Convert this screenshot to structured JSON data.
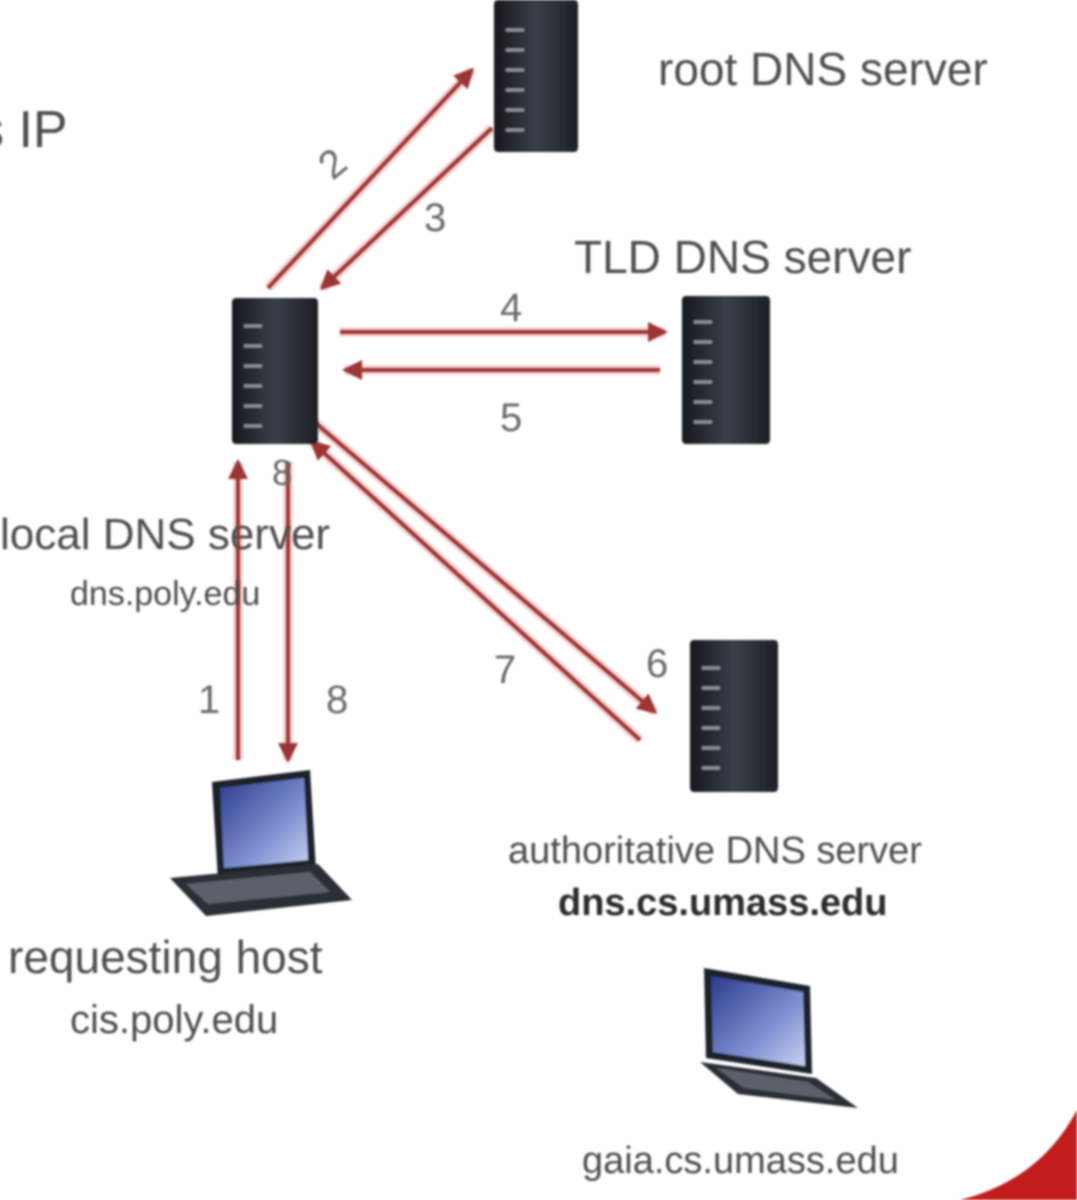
{
  "edge_text": "s IP",
  "nodes": {
    "root": {
      "label": "root DNS server"
    },
    "tld": {
      "label": "TLD DNS server"
    },
    "local": {
      "label": "local DNS server",
      "sublabel": "dns.poly.edu"
    },
    "authoritative": {
      "label": "authoritative DNS server",
      "sublabel": "dns.cs.umass.edu"
    },
    "requesting": {
      "label": "requesting host",
      "sublabel": "cis.poly.edu"
    },
    "target": {
      "label": "gaia.cs.umass.edu"
    }
  },
  "steps": [
    "1",
    "2",
    "3",
    "4",
    "5",
    "6",
    "7",
    "8"
  ],
  "colors": {
    "arrow": "#9c3434",
    "arrow_glow": "#f2b0b0",
    "accent": "#c21a1a"
  }
}
